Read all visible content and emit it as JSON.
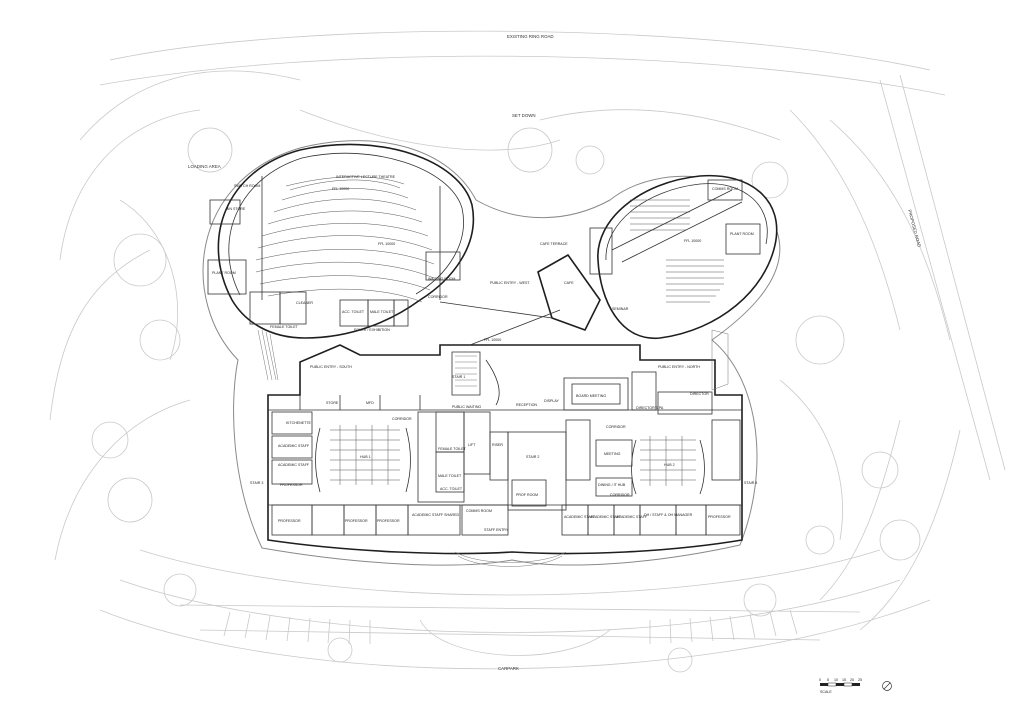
{
  "site_labels": {
    "ring_road": "EXISTING RING ROAD",
    "set_down": "SET DOWN",
    "loading_area": "LOADING AREA",
    "proposed_road": "PROPOSED ROAD",
    "carpark": "CARPARK"
  },
  "rooms_west": {
    "lecture_theatre": "INTERACTIVE LECTURE THEATRE",
    "switch_room": "SWITCH ROOM",
    "bin_store": "BIN STORE",
    "plant_room": "PLANT ROOM",
    "female_toilet": "FEMALE TOILET",
    "acc_toilet": "ACC. TOILET",
    "male_toilet": "MALE TOILET",
    "cleaner": "CLEANER",
    "waiting_room": "WAITING ROOM",
    "ffl_1": "FFL 10000",
    "ffl_2": "FFL 10000"
  },
  "rooms_center": {
    "public_entry_west": "PUBLIC ENTRY - WEST",
    "cafe_terrace": "CAFE TERRACE",
    "cafe": "CAFE",
    "foyer": "FOYER / EXHIBITION",
    "ffl_center": "FFL 10000",
    "corridor_top": "CORRIDOR",
    "stair": "STAIR 1",
    "public_entry_south": "PUBLIC ENTRY - SOUTH",
    "public_entry_north": "PUBLIC ENTRY - NORTH",
    "public_waiting": "PUBLIC WAITING",
    "reception": "RECEPTION",
    "display": "DISPLAY",
    "board_meeting": "BOARD MEETING"
  },
  "rooms_east": {
    "plant_room": "PLANT ROOM",
    "comms_room": "COMMS ROOM",
    "seminar": "SEMINAR",
    "ffl_east": "FFL 10000"
  },
  "rooms_office": {
    "kitchenette": "KITCHENETTE",
    "academic_staff_1": "ACADEMIC STAFF",
    "academic_staff_2": "ACADEMIC STAFF",
    "professor_1": "PROFESSOR",
    "professor_2": "PROFESSOR",
    "professor_3": "PROFESSOR",
    "professor_4": "PROFESSOR",
    "professor_5": "PROFESSOR",
    "hub_1": "HUB 1",
    "hub_2": "HUB 2",
    "store": "STORE",
    "mfd": "MFD",
    "corridor_1": "CORRIDOR",
    "corridor_2": "CORRIDOR",
    "corridor_3": "CORRIDOR",
    "lift": "LIFT",
    "riser": "RISER",
    "female_toilet": "FEMALE TOILET",
    "male_toilet": "MALE TOILET",
    "acc_toilet": "ACC. TOILET",
    "comms_room": "COMMS ROOM",
    "staff_entry": "STAFF ENTRY",
    "prof_room": "PROF ROOM",
    "stair_2": "STAIR 2",
    "stair_3": "STAIR 3",
    "stair_4": "STAIR 4",
    "meeting": "MEETING",
    "dining": "DINING / IT HUB",
    "director": "DIRECTOR",
    "director_pa": "DIRECTOR'S PA",
    "academic_shared": "ACADEMIC STAFF SHARED",
    "academic_staff_3": "ACADEMIC STAFF",
    "academic_staff_4": "ACADEMIC STAFF",
    "academic_staff_5": "ACADEMIC STAFF",
    "dh_manager": "DH / STAFF & OH MANAGER"
  },
  "scale": {
    "label": "SCALE",
    "ticks": [
      "0",
      "5",
      "10",
      "15",
      "20",
      "25"
    ]
  },
  "icons": [
    "north-arrow-icon"
  ]
}
